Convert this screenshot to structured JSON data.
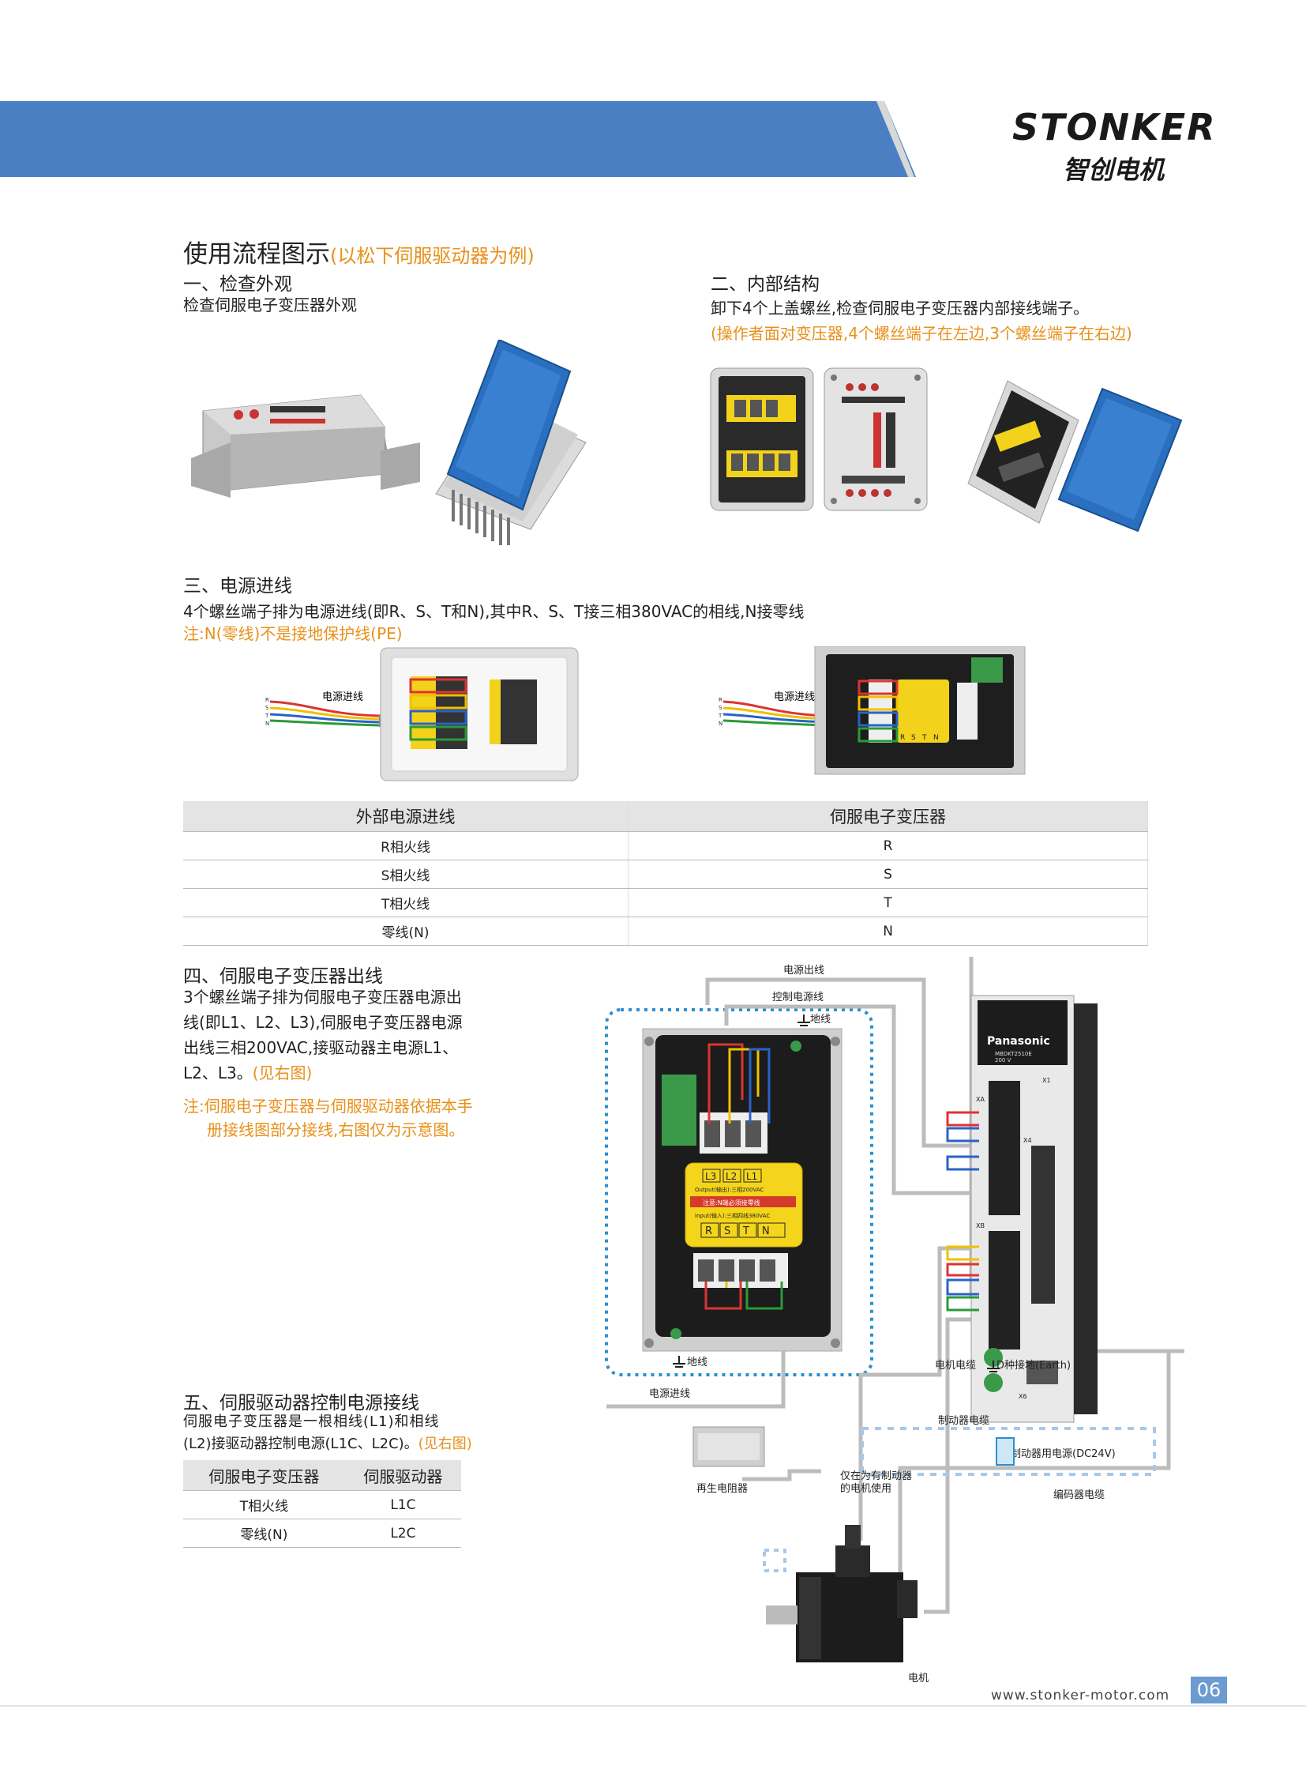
{
  "header": {
    "logo_en": "STONKER",
    "logo_cn": "智创电机"
  },
  "page_title": "使用流程图示",
  "page_title_note": "(以松下伺服驱动器为例)",
  "section1": {
    "heading": "一、检查外观",
    "text": "检查伺服电子变压器外观"
  },
  "section2": {
    "heading": "二、内部结构",
    "text": "卸下4个上盖螺丝,检查伺服电子变压器内部接线端子。",
    "note": "(操作者面对变压器,4个螺丝端子在左边,3个螺丝端子在右边)"
  },
  "section3": {
    "heading": "三、电源进线",
    "text": "4个螺丝端子排为电源进线(即R、S、T和N),其中R、S、T接三相380VAC的相线,N接零线",
    "note": "注:N(零线)不是接地保护线(PE)",
    "diagram_label": "电源进线",
    "wire_letters": [
      "R",
      "S",
      "T",
      "N"
    ],
    "terminal_letters": [
      "R",
      "S",
      "T",
      "N"
    ]
  },
  "table1": {
    "headers": [
      "外部电源进线",
      "伺服电子变压器"
    ],
    "rows": [
      [
        "R相火线",
        "R"
      ],
      [
        "S相火线",
        "S"
      ],
      [
        "T相火线",
        "T"
      ],
      [
        "零线(N)",
        "N"
      ]
    ]
  },
  "section4": {
    "heading": "四、伺服电子变压器出线",
    "lines": [
      "3个螺丝端子排为伺服电子变压器电源出",
      "线(即L1、L2、L3),伺服电子变压器电源",
      "出线三相200VAC,接驱动器主电源L1、"
    ],
    "last_line": "L2、L3。",
    "last_note": "(见右图)",
    "note_lines": [
      "注:伺服电子变压器与伺服驱动器依据本手",
      "册接线图部分接线,右图仅为示意图。"
    ]
  },
  "section5": {
    "heading": "五、伺服驱动器控制电源接线",
    "line1": "伺服电子变压器是一根相线(L1)和相线",
    "line2": "(L2)接驱动器控制电源(L1C、L2C)。",
    "line2_note": "(见右图)"
  },
  "table2": {
    "headers": [
      "伺服电子变压器",
      "伺服驱动器"
    ],
    "rows": [
      [
        "T相火线",
        "L1C"
      ],
      [
        "零线(N)",
        "L2C"
      ]
    ]
  },
  "wiring": {
    "power_out": "电源出线",
    "control_power": "控制电源线",
    "ground_top": "地线",
    "ground_bottom": "地线",
    "power_in": "电源进线",
    "motor_cable": "电机电缆",
    "earth": "D种接地(Earth)",
    "brake_cable": "制动器电缆",
    "brake_supply": "制动器用电源(DC24V)",
    "regen_resistor": "再生电阻器",
    "brake_only_1": "仅在为有制动器",
    "brake_only_2": "的电机使用",
    "encoder_cable": "编码器电缆",
    "motor": "电机",
    "driver_brand": "Panasonic",
    "driver_model": "MBDKT2510E",
    "driver_voltage": "200 V",
    "port_x1": "X1",
    "port_xa": "XA",
    "port_x4": "X4",
    "port_xb": "XB",
    "port_x6": "X6",
    "terminal_out": [
      "L3",
      "L2",
      "L1"
    ],
    "terminal_in": [
      "R",
      "S",
      "T",
      "N"
    ],
    "label_warning": "注意:N端必须接零线",
    "label_input": "Input(输入):三相四线380VAC",
    "label_output": "Output(输出):三相200VAC"
  },
  "footer": {
    "url": "www.stonker-motor.com",
    "page": "06"
  }
}
